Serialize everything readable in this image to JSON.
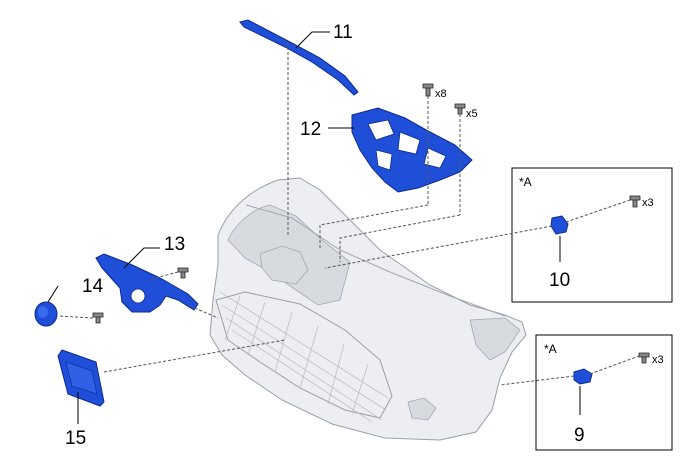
{
  "diagram": {
    "callouts": {
      "p9": "9",
      "p10": "10",
      "p11": "11",
      "p12": "12",
      "p13": "13",
      "p14": "14",
      "p15": "15"
    },
    "quantities": {
      "q_x8": "x8",
      "q_x5": "x5",
      "q_box_a_x3": "x3",
      "q_box_b_x3": "x3"
    },
    "detail_boxes": {
      "box_a_label": "*A",
      "box_b_label": "*A"
    },
    "colors": {
      "part_fill": "#1f4fd8",
      "bumper_fill": "#eceef1"
    }
  }
}
